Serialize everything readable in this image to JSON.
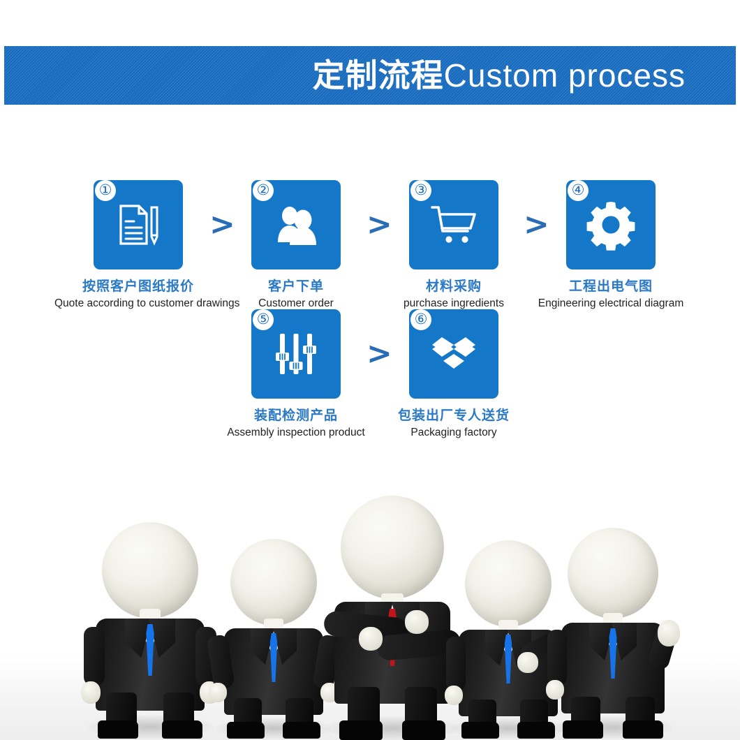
{
  "header": {
    "title_cn": "定制流程",
    "title_en": "Custom process",
    "bg_color": "#1a6fc4",
    "text_color": "#ffffff"
  },
  "theme": {
    "tile_blue": "#1477c8",
    "label_blue": "#2a79c6",
    "chevron_blue": "#2a6db4",
    "label_en_color": "#222222",
    "page_background": "#ffffff"
  },
  "process": {
    "separator": ">",
    "steps": [
      {
        "number": "①",
        "icon": "document-pencil-icon",
        "label_cn": "按照客户图纸报价",
        "label_en": "Quote according to customer drawings"
      },
      {
        "number": "②",
        "icon": "two-people-icon",
        "label_cn": "客户下单",
        "label_en": "Customer order"
      },
      {
        "number": "③",
        "icon": "shopping-cart-icon",
        "label_cn": "材料采购",
        "label_en": "purchase ingredients"
      },
      {
        "number": "④",
        "icon": "gear-icon",
        "label_cn": "工程出电气图",
        "label_en": "Engineering electrical diagram"
      },
      {
        "number": "⑤",
        "icon": "sliders-icon",
        "label_cn": "装配检测产品",
        "label_en": "Assembly inspection product"
      },
      {
        "number": "⑥",
        "icon": "package-box-icon",
        "label_cn": "包装出厂专人送货",
        "label_en": "Packaging factory"
      }
    ]
  },
  "illustration": {
    "description": "3d-businessmen-group",
    "figure_count": 5,
    "tie_colors": [
      "#1673ea",
      "#1673ea",
      "#c4141b",
      "#1673ea",
      "#1673ea"
    ]
  }
}
